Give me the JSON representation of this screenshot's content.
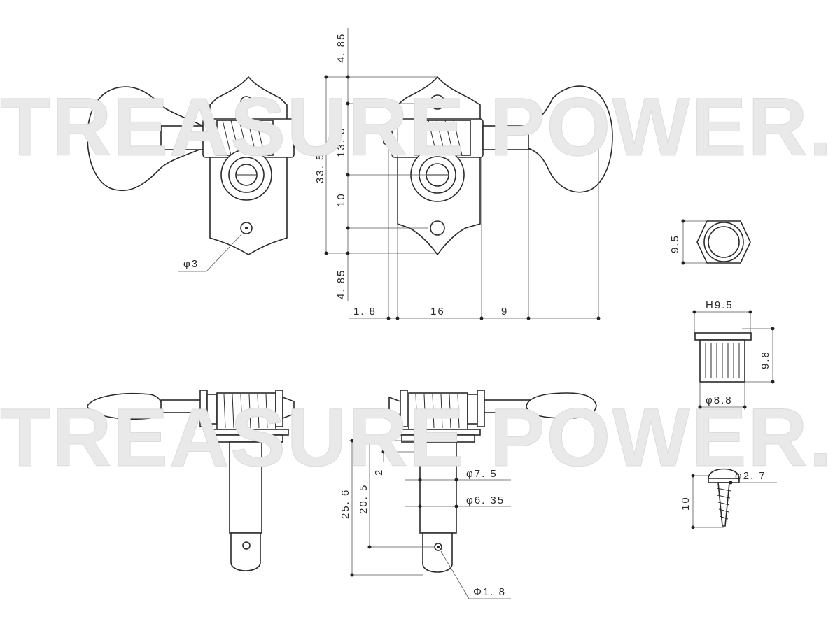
{
  "watermark": "TREASURE POWER.",
  "dims": {
    "top_offset": "4. 85",
    "total_height": "33. 5",
    "upper": "13. 8",
    "middle": "10",
    "bottom_offset": "4. 85",
    "w1": "1. 8",
    "w2": "16",
    "w3": "9",
    "hole": "φ3",
    "hex_height": "9.5",
    "bushing_hex": "H9.5",
    "bushing_height": "9.8",
    "bushing_dia": "φ8.8",
    "post_top": "2",
    "post_mid": "20. 5",
    "post_total": "25. 6",
    "post_d1": "φ7. 5",
    "post_d2": "φ6. 35",
    "post_hole": "Φ1. 8",
    "screw_head": "φ2. 7",
    "screw_len": "10"
  }
}
